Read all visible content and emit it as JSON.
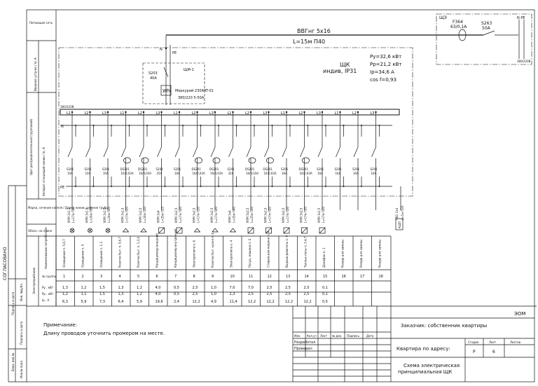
{
  "left_labels": {
    "supply": "Питающая сеть",
    "input_device": "Вводное устр-во / Iн, А",
    "panel": "Щит распределительный (групповой)",
    "outgoing": "Аппарат отходящей линии / Iн, А",
    "cable": "Марка, сечение кабеля / Длина линии, сечение трубы",
    "plan_marking": "Обозн. на плане",
    "receivers": "Электроприёмник",
    "receiver_name": "Наименование потребителя",
    "group_no": "№ группы",
    "pu": "Pу , кВт",
    "pr": "Pр , кВт",
    "ip": "Iр , А"
  },
  "stamp_left": {
    "agreed": "СОГЛАСОВАНО",
    "inv_no": "Инв. №дубл.",
    "sign_date_1": "Подпись и дата",
    "inv_orig": "Инв.№ подл.",
    "sign_date_2": "Подпись и дата",
    "replaced": "Взам. инв.№"
  },
  "supply": {
    "cable": "ВВГнг 5x16",
    "length": "L=15м П40",
    "meter_panel": "ЩЭ",
    "f364": "F364",
    "f364_rating": "63/0,1А",
    "s263": "S263",
    "s263_rating": "50А",
    "voltage": "380/220В",
    "n_pe": "N PE"
  },
  "panel": {
    "name": "ЩК",
    "type": "индив, IP31",
    "pu": "Pу=32,6 кВт",
    "pr": "Pр=21,2 кВт",
    "ip": "Iр=34,6 А",
    "cos": "cos f=0,93",
    "voltage": "380/220В",
    "main_breaker": "S203",
    "main_rating": "40А",
    "meter_label": "ЩМ-1",
    "meter_model": "Меркурий-230ART-01",
    "meter_spec": "380/220 5-50А",
    "meter_symbol": "Wh",
    "n_label": "N",
    "pe_label": "PE",
    "pe_top": "PE"
  },
  "groups": [
    {
      "phase": "L1",
      "device": "S201",
      "rating": "10А",
      "cable": "NYM 3x1,5",
      "len": "L=17м П20",
      "load": "x",
      "name": "Освещение п. 5,6,7",
      "no": "1",
      "pu": "1,3",
      "pr": "1,2",
      "ip": "6,3"
    },
    {
      "phase": "L2",
      "device": "S201",
      "rating": "10А",
      "cable": "NYM 3x1,5",
      "len": "L=24м П20",
      "load": "x",
      "name": "Освещение п. 4",
      "no": "2",
      "pu": "1,2",
      "pr": "1,1",
      "ip": "5,9"
    },
    {
      "phase": "L3",
      "device": "S201",
      "rating": "10А",
      "cable": "NYM 3x1,5",
      "len": "L=24м П20",
      "load": "x",
      "name": "Освещение п. 1,3",
      "no": "3",
      "pu": "1,5",
      "pr": "1,5",
      "ip": "7,3"
    },
    {
      "phase": "L1",
      "device": "DS201",
      "rating": "16/0,03А",
      "cable": "NYM 3x2,5",
      "len": "L=17м П20",
      "load": "sock",
      "name": "Розетки быт. п. 5,6,7",
      "no": "4",
      "pu": "1,3",
      "pr": "1,3",
      "ip": "6,4"
    },
    {
      "phase": "L2",
      "device": "DS201",
      "rating": "16/0,03А",
      "cable": "NYM 3x2,5",
      "len": "L=24м П20",
      "load": "sock",
      "name": "Розетки быт. п. 1,3,4",
      "no": "5",
      "pu": "1,2",
      "pr": "1,2",
      "ip": "5,9"
    },
    {
      "phase": "L3",
      "device": "S201",
      "rating": "25А",
      "cable": "NYM 3x4",
      "len": "L=25м П25",
      "load": "box",
      "name": "Кондиционер внешний",
      "no": "6",
      "pu": "4,0",
      "pr": "4,0",
      "ip": "19,6"
    },
    {
      "phase": "L1",
      "device": "S201",
      "rating": "16А",
      "cable": "NYM 3x2,5",
      "len": "L=17м П20",
      "load": "box",
      "name": "Кондиционер внутренний",
      "no": "7",
      "pu": "0,5",
      "pr": "0,5",
      "ip": "2,4"
    },
    {
      "phase": "L2",
      "device": "DS201",
      "rating": "16/0,03А",
      "cable": "NYM 3x2,5",
      "len": "L=17м П20",
      "load": "sock",
      "name": "Электроплита п. 6",
      "no": "8",
      "pu": "2,5",
      "pr": "2,5",
      "ip": "12,2"
    },
    {
      "phase": "L3",
      "device": "DS201",
      "rating": "16/0,03А",
      "cable": "NYM 3x2,5",
      "len": "L=17м П20",
      "load": "sock",
      "name": "Розетки быт. кухня п. 4",
      "no": "9",
      "pu": "1,0",
      "pr": "1,0",
      "ip": "4,9"
    },
    {
      "phase": "L1",
      "device": "S201",
      "rating": "32А",
      "cable": "NYM 3x6",
      "len": "L=25м П40",
      "load": "sock",
      "name": "Электроплита п. 4",
      "no": "10",
      "pu": "7,0",
      "pr": "2,3",
      "ip": "11,4"
    },
    {
      "phase": "L2",
      "device": "DS201",
      "rating": "16/0,03А",
      "cable": "NYM 3x2,5",
      "len": "L=25м П20",
      "load": "box",
      "name": "Посуд. машина п. 4",
      "no": "11",
      "pu": "7,0",
      "pr": "2,5",
      "ip": "12,2"
    },
    {
      "phase": "L3",
      "device": "DS201",
      "rating": "16/0,03А",
      "cable": "NYM 3x2,5",
      "len": "L=17м П20",
      "load": "box",
      "name": "Стиральная машина п. 4",
      "no": "12",
      "pu": "2,5",
      "pr": "2,5",
      "ip": "12,2"
    },
    {
      "phase": "L1",
      "device": "S201",
      "rating": "16А",
      "cable": "NYM 3x2,5",
      "len": "L=17м П20",
      "load": "box",
      "name": "Водонагреватель п. 9",
      "no": "13",
      "pu": "2,5",
      "pr": "2,5",
      "ip": "12,2"
    },
    {
      "phase": "L2",
      "device": "DS201",
      "rating": "16/0,03А",
      "cable": "NYM 3x2,5",
      "len": "L=17м П20",
      "load": "box",
      "name": "Теплые полы п. 3,4,7",
      "no": "14",
      "pu": "2,5",
      "pr": "2,5",
      "ip": "12,2"
    },
    {
      "phase": "L3",
      "device": "S201",
      "rating": "16А",
      "cable": "NYM 3x1,5",
      "len": "L=17м П20",
      "load": "box",
      "name": "Домофон п. 1",
      "no": "15",
      "pu": "0,1",
      "pr": "0,1",
      "ip": "0,5"
    },
    {
      "phase": "L1",
      "device": "S201",
      "rating": "16А",
      "cable": "",
      "len": "",
      "load": "",
      "name": "Резерв для замены",
      "no": "16",
      "pu": "",
      "pr": "",
      "ip": ""
    },
    {
      "phase": "L2",
      "device": "S201",
      "rating": "16А",
      "cable": "",
      "len": "",
      "load": "",
      "name": "Резерв для замены",
      "no": "17",
      "pu": "",
      "pr": "",
      "ip": ""
    },
    {
      "phase": "L3",
      "device": "S201",
      "rating": "16А",
      "cable": "",
      "len": "",
      "load": "",
      "name": "Резерв для замены",
      "no": "18",
      "pu": "",
      "pr": "",
      "ip": ""
    }
  ],
  "ground_bus": {
    "cable": "ПВ1 1x4",
    "len": "L=1м П20",
    "label": "КШП"
  },
  "note_title": "Примечание:",
  "note_text": "Длину проводов уточнить промером на месте.",
  "title_block": {
    "code": "ЭОМ",
    "customer": "Заказчик: собственник квартиры",
    "address": "Квартира по адресу:",
    "title_line1": "Схема электрическая",
    "title_line2": "принципиальная ЩК",
    "cols": [
      "Изм.",
      "Кол.уч",
      "Лист",
      "№ док.",
      "Подпись",
      "Дата"
    ],
    "developed": "Разработал",
    "checked": "Проверил",
    "stage_h": "Стадия",
    "sheet_h": "Лист",
    "sheets_h": "Листов",
    "stage": "Р",
    "sheet": "6",
    "sheets": ""
  }
}
